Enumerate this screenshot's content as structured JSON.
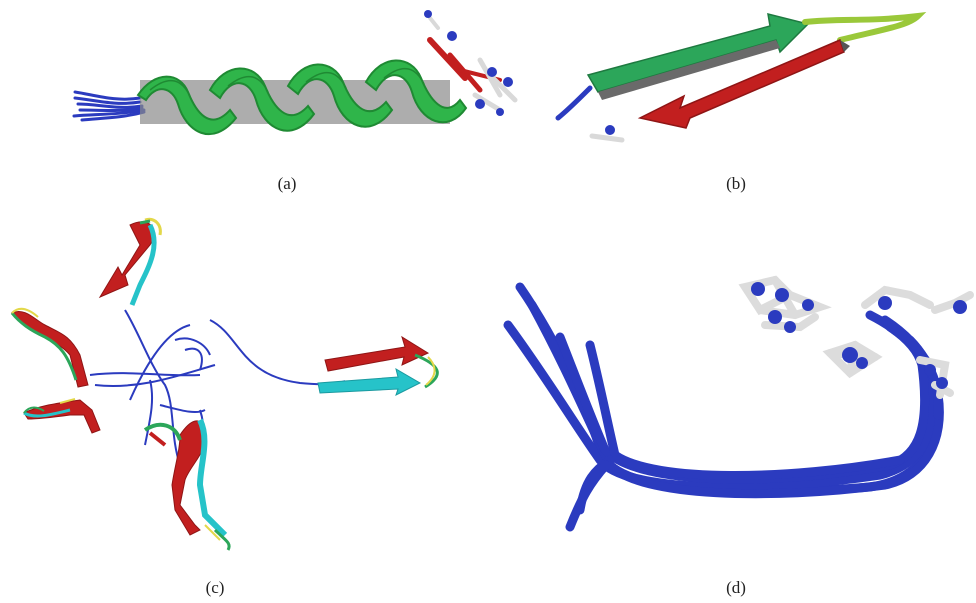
{
  "panels": [
    {
      "label": "(a)",
      "content": "helix-structure"
    },
    {
      "label": "(b)",
      "content": "beta-hairpin"
    },
    {
      "label": "(c)",
      "content": "four-hairpin-assembly"
    },
    {
      "label": "(d)",
      "content": "coil-bundle"
    }
  ],
  "colors": {
    "helix": "#2fb54a",
    "helix_dark": "#1f8a33",
    "coil": "#2b3bbf",
    "strand_red": "#c21f1f",
    "strand_green": "#2ca65a",
    "strand_cyan": "#26c3c9",
    "ion": "#d9d9d9",
    "turn_yellow": "#e3d84a"
  }
}
